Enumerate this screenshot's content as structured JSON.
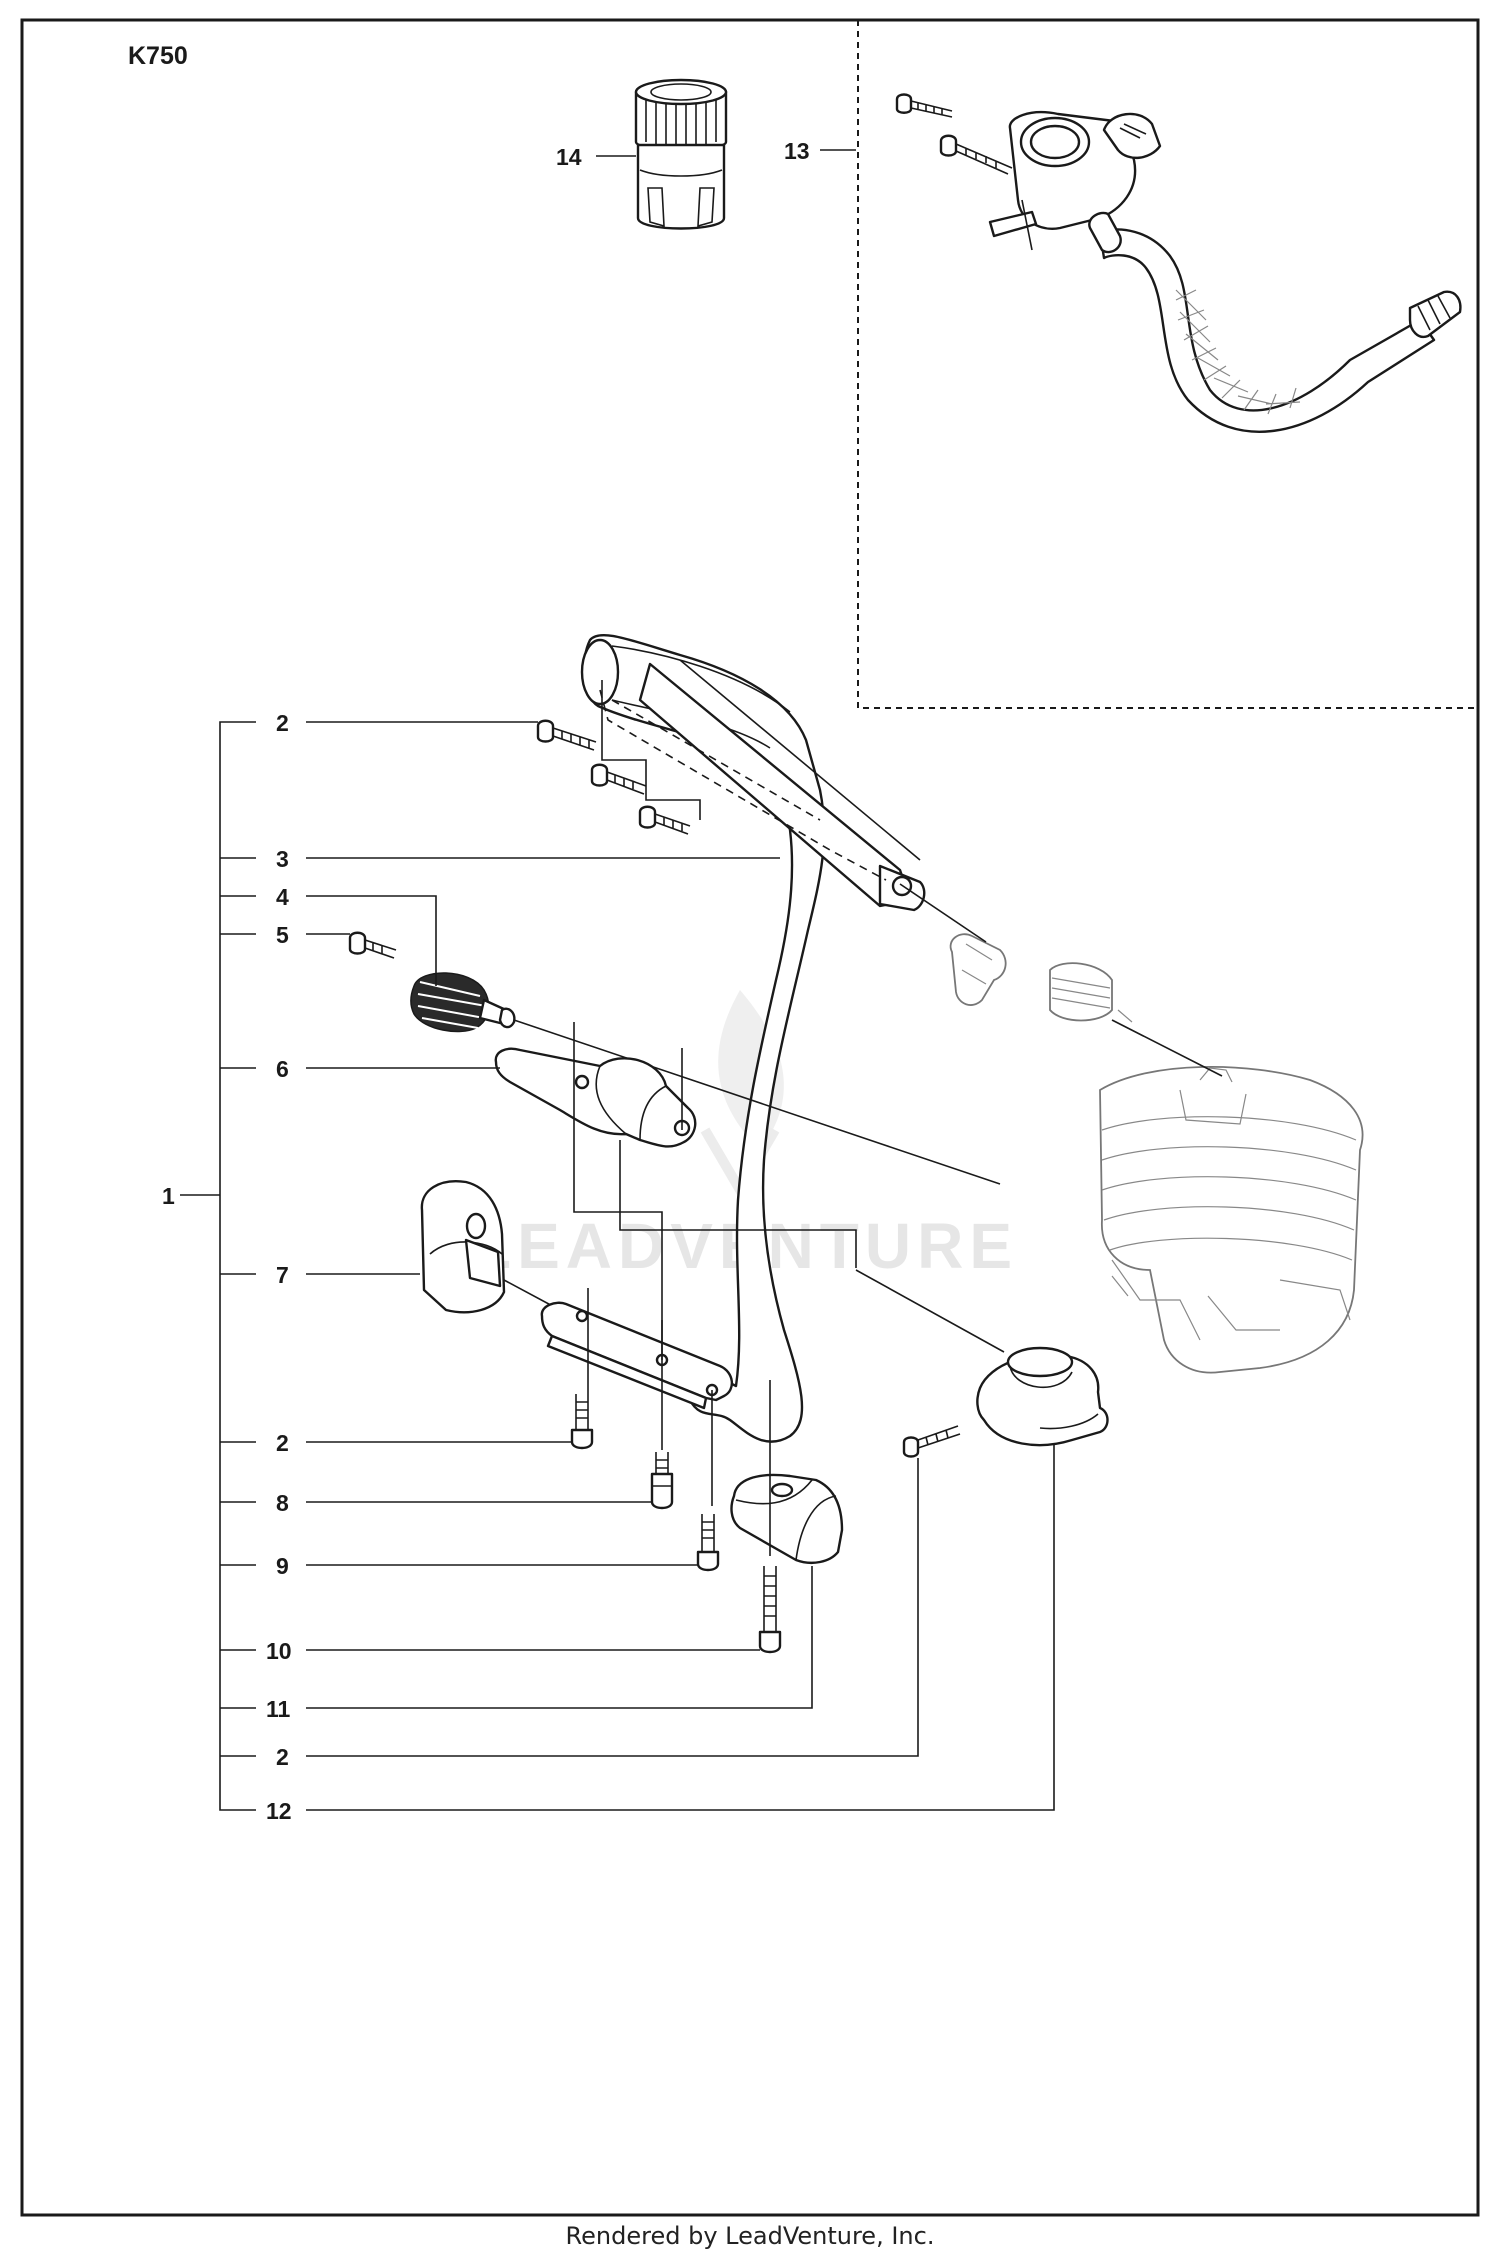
{
  "diagram": {
    "model": "K750",
    "callouts": {
      "c1": "1",
      "c2a": "2",
      "c3": "3",
      "c4": "4",
      "c5": "5",
      "c6": "6",
      "c7": "7",
      "c2b": "2",
      "c8": "8",
      "c9": "9",
      "c10": "10",
      "c11": "11",
      "c2c": "2",
      "c12": "12",
      "c13": "13",
      "c14": "14"
    },
    "watermark": "LEADVENTURE",
    "footer": "Rendered by LeadVenture, Inc."
  }
}
